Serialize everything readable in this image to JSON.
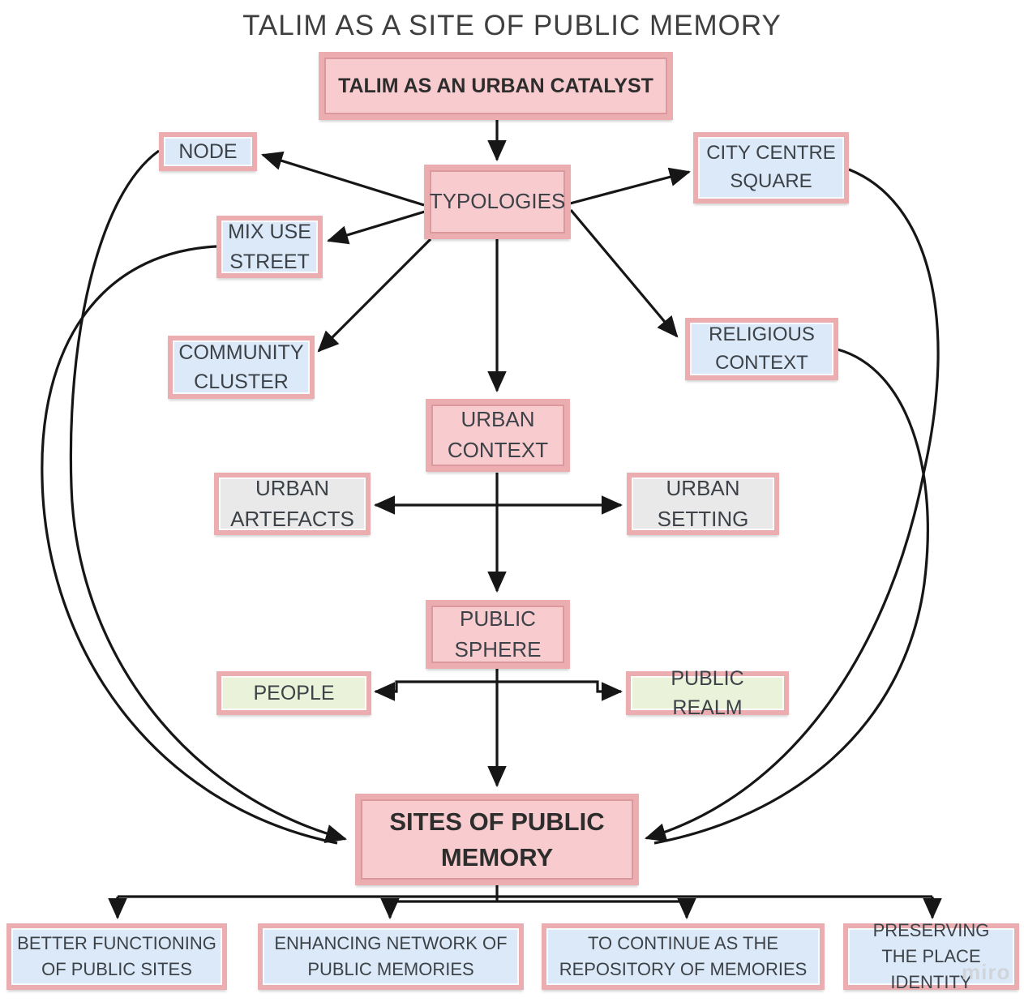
{
  "title": "TALIM AS A SITE OF PUBLIC MEMORY",
  "watermark": "miro",
  "colors": {
    "pink_fill": "#f8cbce",
    "pink_border": "#ecadb1",
    "pink_inner": "#db999e",
    "blue_fill": "#dce9f9",
    "gray_fill": "#e9e9e9",
    "green_fill": "#eaf2da",
    "line_color": "#161616"
  },
  "nodes": {
    "catalyst": {
      "label": "TALIM AS AN URBAN CATALYST"
    },
    "typologies": {
      "label": "TYPOLOGIES"
    },
    "node": {
      "label": "NODE"
    },
    "mix_use_street": {
      "label": "MIX USE STREET"
    },
    "community_cluster": {
      "label": "COMMUNITY CLUSTER"
    },
    "city_centre_square": {
      "label": "CITY CENTRE SQUARE"
    },
    "religious_context": {
      "label": "RELIGIOUS CONTEXT"
    },
    "urban_context": {
      "label": "URBAN CONTEXT"
    },
    "urban_artefacts": {
      "label": "URBAN ARTEFACTS"
    },
    "urban_setting": {
      "label": "URBAN SETTING"
    },
    "public_sphere": {
      "label": "PUBLIC SPHERE"
    },
    "people": {
      "label": "PEOPLE"
    },
    "public_realm": {
      "label": "PUBLIC REALM"
    },
    "sites_of_public_memory": {
      "label": "SITES OF PUBLIC MEMORY"
    },
    "better_functioning": {
      "label": "BETTER FUNCTIONING OF PUBLIC SITES"
    },
    "enhancing_network": {
      "label": "ENHANCING NETWORK OF PUBLIC MEMORIES"
    },
    "repository_of_memories": {
      "label": "TO CONTINUE AS THE REPOSITORY OF MEMORIES"
    },
    "place_identity": {
      "label": "PRESERVING THE PLACE IDENTITY"
    }
  }
}
